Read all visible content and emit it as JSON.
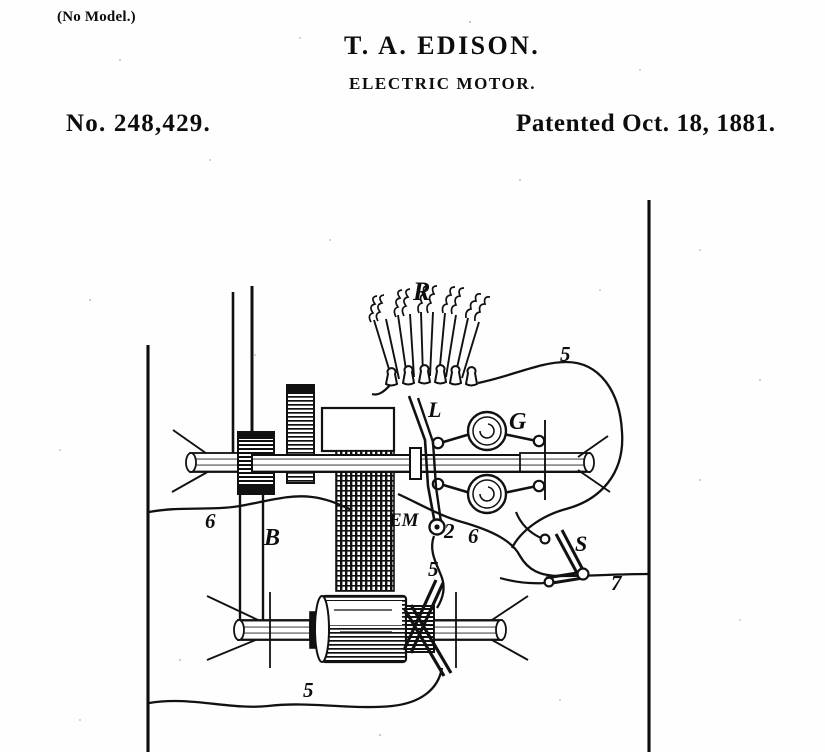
{
  "header": {
    "no_model": "(No Model.)",
    "inventor": "T. A. EDISON.",
    "subject": "ELECTRIC MOTOR.",
    "patent_number": "No. 248,429.",
    "patent_date": "Patented Oct. 18, 1881."
  },
  "figure": {
    "labels": {
      "resistance": "R",
      "lever": "L",
      "governor": "G",
      "belt": "B",
      "motor": "EM",
      "switch": "S",
      "wire_5_top": "5",
      "wire_5_mid": "5",
      "wire_5_bottom": "5",
      "wire_6_left": "6",
      "wire_6_right": "6",
      "terminal_2": "2",
      "terminal_7": "7"
    }
  },
  "colors": {
    "ink": "#0d0d0d",
    "paper": "#fefefe",
    "speckle": "#c9c9c9"
  }
}
